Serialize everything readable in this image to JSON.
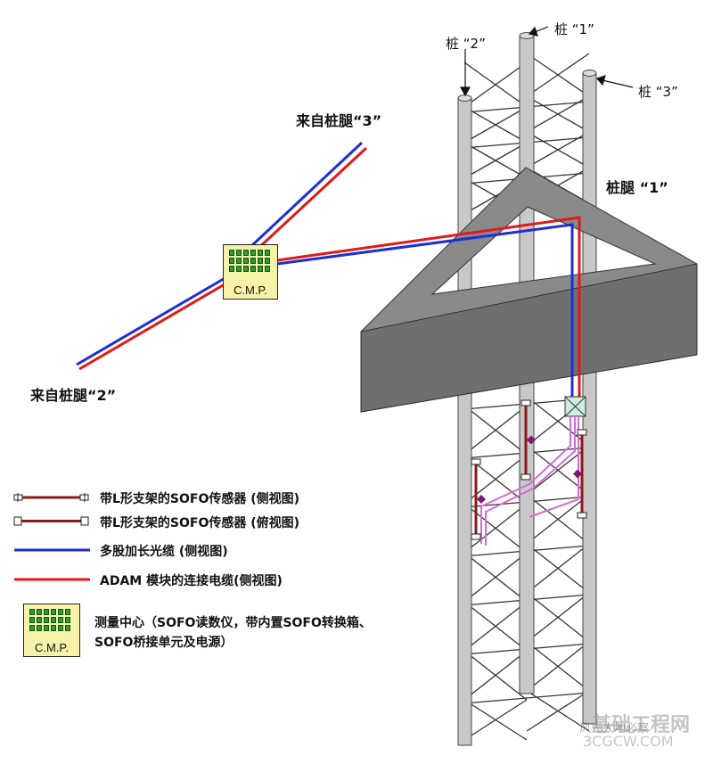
{
  "labels": {
    "pile1": "桩 “1”",
    "pile2": "桩 “2”",
    "pile3": "桩 “3”",
    "leg1": "桩腿 “1”",
    "from_leg3": "来自桩腿“3”",
    "from_leg2": "来自桩腿“2”",
    "cmp": "C.M.P."
  },
  "legend": [
    {
      "icon": "sofo-sensor-side-icon",
      "text": "带L形支架的SOFO传感器 (侧视图)"
    },
    {
      "icon": "sofo-sensor-top-icon",
      "text": "带L形支架的SOFO传感器 (俯视图)"
    },
    {
      "icon": "blue-cable-line",
      "text": "多股加长光缆 (侧视图)"
    },
    {
      "icon": "red-cable-line",
      "text": "ADAM 模块的连接电缆(侧视图)"
    },
    {
      "icon": "cmp-icon",
      "text_line1": "测量中心（SOFO读数仪，带内置SOFO转换箱、",
      "text_line2": "SOFO桥接单元及电源）"
    }
  ],
  "watermark": {
    "line1": "基础工程网",
    "line2": "3CGCW.COM",
    "line3": "风光大地必察"
  },
  "colors": {
    "optical_cable": "#1b2fd6",
    "connection_cable": "#e01919",
    "platform": "#8a8a8a",
    "cmp_fill": "#f6f3a8",
    "cmp_chip": "#2f9a2f",
    "sensor_bar": "#8b1a1a",
    "sensor_dot": "#7a1a7a",
    "magenta_cable": "#d36cd3"
  }
}
